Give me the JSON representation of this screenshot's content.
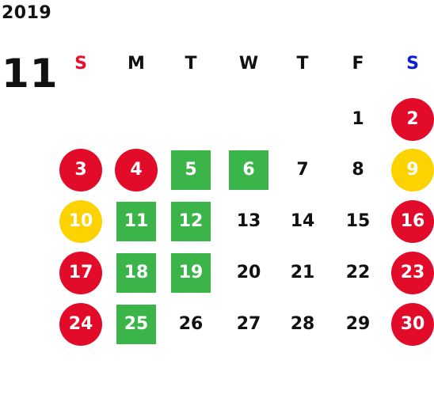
{
  "calendar": {
    "year": "2019",
    "month": "11",
    "weekdays": [
      {
        "label": "S",
        "color": "#e8102a"
      },
      {
        "label": "M",
        "color": "#111111"
      },
      {
        "label": "T",
        "color": "#111111"
      },
      {
        "label": "W",
        "color": "#111111"
      },
      {
        "label": "T",
        "color": "#111111"
      },
      {
        "label": "F",
        "color": "#111111"
      },
      {
        "label": "S",
        "color": "#0a1ed6"
      }
    ],
    "colors": {
      "holiday_red": "#e30b2a",
      "highlight_yellow": "#fcd200",
      "event_green": "#3bb54a",
      "text": "#111111"
    },
    "days": [
      {
        "label": "1",
        "row": 0,
        "col": 5,
        "style": "plain"
      },
      {
        "label": "2",
        "row": 0,
        "col": 6,
        "style": "red-circle"
      },
      {
        "label": "3",
        "row": 1,
        "col": 0,
        "style": "red-circle"
      },
      {
        "label": "4",
        "row": 1,
        "col": 1,
        "style": "red-circle"
      },
      {
        "label": "5",
        "row": 1,
        "col": 2,
        "style": "green-square"
      },
      {
        "label": "6",
        "row": 1,
        "col": 3,
        "style": "green-square"
      },
      {
        "label": "7",
        "row": 1,
        "col": 4,
        "style": "plain"
      },
      {
        "label": "8",
        "row": 1,
        "col": 5,
        "style": "plain"
      },
      {
        "label": "9",
        "row": 1,
        "col": 6,
        "style": "yellow-circle"
      },
      {
        "label": "10",
        "row": 2,
        "col": 0,
        "style": "yellow-circle"
      },
      {
        "label": "11",
        "row": 2,
        "col": 1,
        "style": "green-square"
      },
      {
        "label": "12",
        "row": 2,
        "col": 2,
        "style": "green-square"
      },
      {
        "label": "13",
        "row": 2,
        "col": 3,
        "style": "plain"
      },
      {
        "label": "14",
        "row": 2,
        "col": 4,
        "style": "plain"
      },
      {
        "label": "15",
        "row": 2,
        "col": 5,
        "style": "plain"
      },
      {
        "label": "16",
        "row": 2,
        "col": 6,
        "style": "red-circle"
      },
      {
        "label": "17",
        "row": 3,
        "col": 0,
        "style": "red-circle"
      },
      {
        "label": "18",
        "row": 3,
        "col": 1,
        "style": "green-square"
      },
      {
        "label": "19",
        "row": 3,
        "col": 2,
        "style": "green-square"
      },
      {
        "label": "20",
        "row": 3,
        "col": 3,
        "style": "plain"
      },
      {
        "label": "21",
        "row": 3,
        "col": 4,
        "style": "plain"
      },
      {
        "label": "22",
        "row": 3,
        "col": 5,
        "style": "plain"
      },
      {
        "label": "23",
        "row": 3,
        "col": 6,
        "style": "red-circle"
      },
      {
        "label": "24",
        "row": 4,
        "col": 0,
        "style": "red-circle"
      },
      {
        "label": "25",
        "row": 4,
        "col": 1,
        "style": "green-square"
      },
      {
        "label": "26",
        "row": 4,
        "col": 2,
        "style": "plain"
      },
      {
        "label": "27",
        "row": 4,
        "col": 3,
        "style": "plain"
      },
      {
        "label": "28",
        "row": 4,
        "col": 4,
        "style": "plain"
      },
      {
        "label": "29",
        "row": 4,
        "col": 5,
        "style": "plain"
      },
      {
        "label": "30",
        "row": 4,
        "col": 6,
        "style": "red-circle"
      }
    ]
  }
}
